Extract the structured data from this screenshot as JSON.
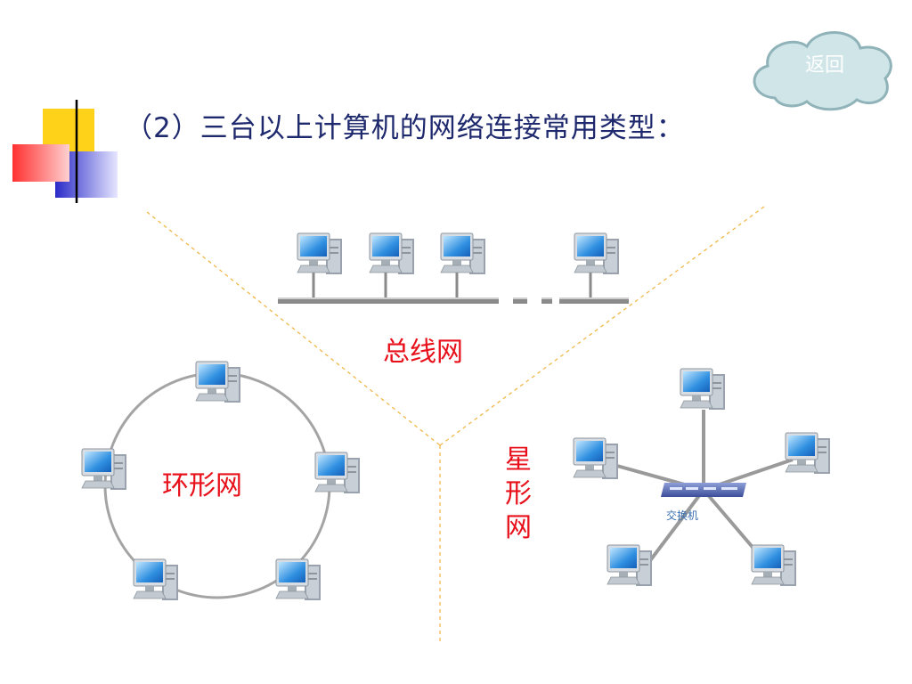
{
  "header": {
    "title": "（2）三台以上计算机的网络连接常用类型：",
    "return_button": "返回"
  },
  "diagram": {
    "bus_label": "总线网",
    "ring_label": "环形网",
    "star_label_chars": [
      "星",
      "形",
      "网"
    ],
    "switch_label": "交换机"
  },
  "colors": {
    "title": "#1f2a6e",
    "label_red": "#e8101a",
    "divider_dashed": "#f0b84a",
    "cloud_fill": "#cfe5e8",
    "monitor_blue": "#2f8fe0"
  }
}
